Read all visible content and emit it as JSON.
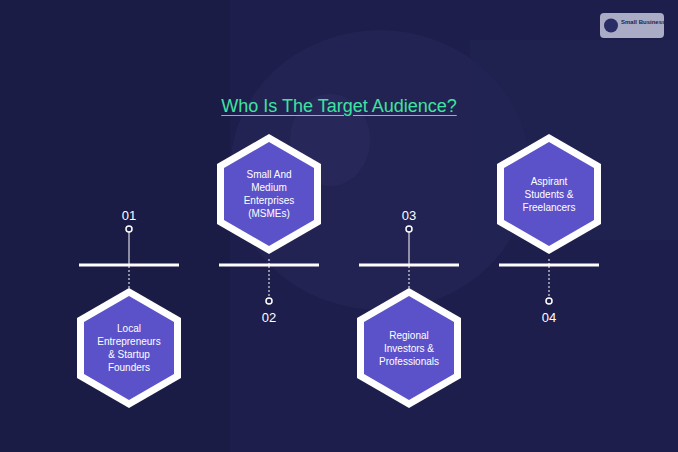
{
  "diagram": {
    "title": "Who Is The Target Audience?",
    "nodes": [
      {
        "text": [
          "Local Entrepreneurs & Startup Founders"
        ]
      },
      {
        "text": [
          "Small And Medium Enterprises (MSMEs)"
        ]
      },
      {
        "text": [
          "Regional Investors & Professionals"
        ]
      },
      {
        "text": [
          "Aspirant Students & Freelancers"
        ]
      }
    ],
    "edges": [],
    "labels": [
      "01",
      "02",
      "03",
      "04",
      "Small Business"
    ]
  }
}
